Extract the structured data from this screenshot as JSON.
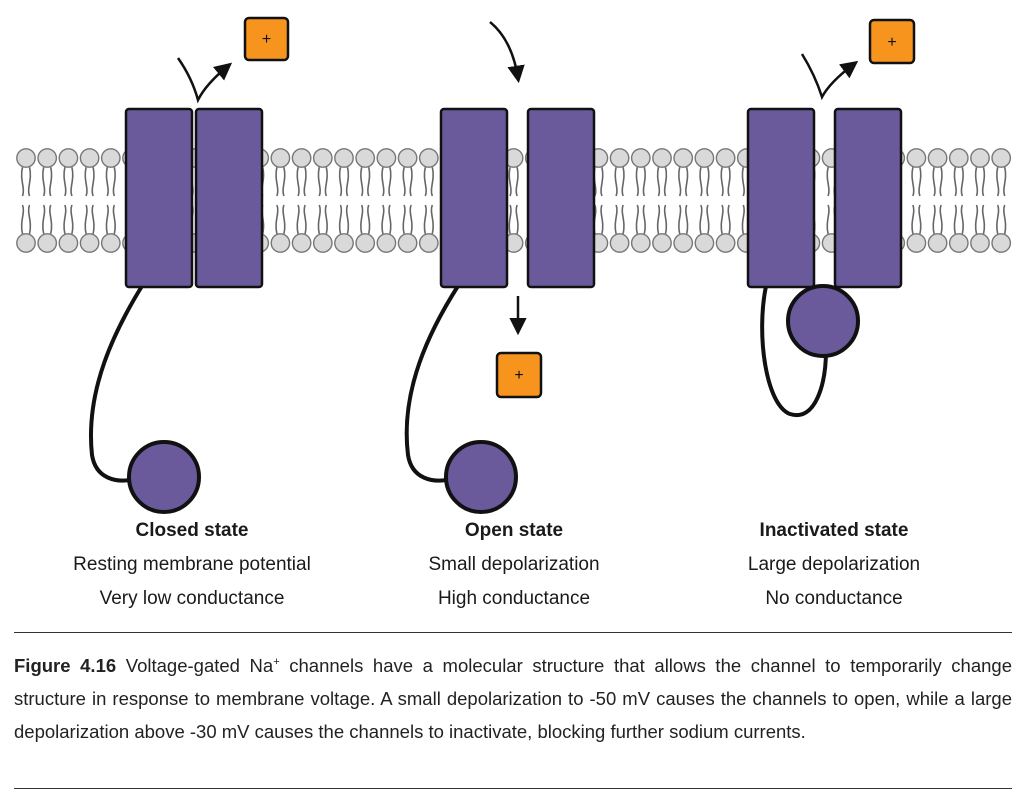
{
  "ion_symbol": "+",
  "colors": {
    "channel": "#6a5a9c",
    "ion": "#f7941d",
    "lipid_head": "#d9d9d9"
  },
  "states": [
    {
      "title": "Closed state",
      "line1": "Resting membrane potential",
      "line2": "Very low conductance"
    },
    {
      "title": "Open state",
      "line1": "Small depolarization",
      "line2": "High conductance"
    },
    {
      "title": "Inactivated state",
      "line1": "Large depolarization",
      "line2": "No conductance"
    }
  ],
  "caption": {
    "figure_label": "Figure 4.16",
    "text_before_sup": " Voltage-gated Na",
    "sup": "+",
    "text_after_sup": " channels have a molecular structure that allows the channel to temporarily change structure in response to membrane voltage. A small depolarization to -50 mV causes the channels to open, while a large depolarization above -30 mV causes the channels to inactivate, blocking further sodium currents."
  }
}
